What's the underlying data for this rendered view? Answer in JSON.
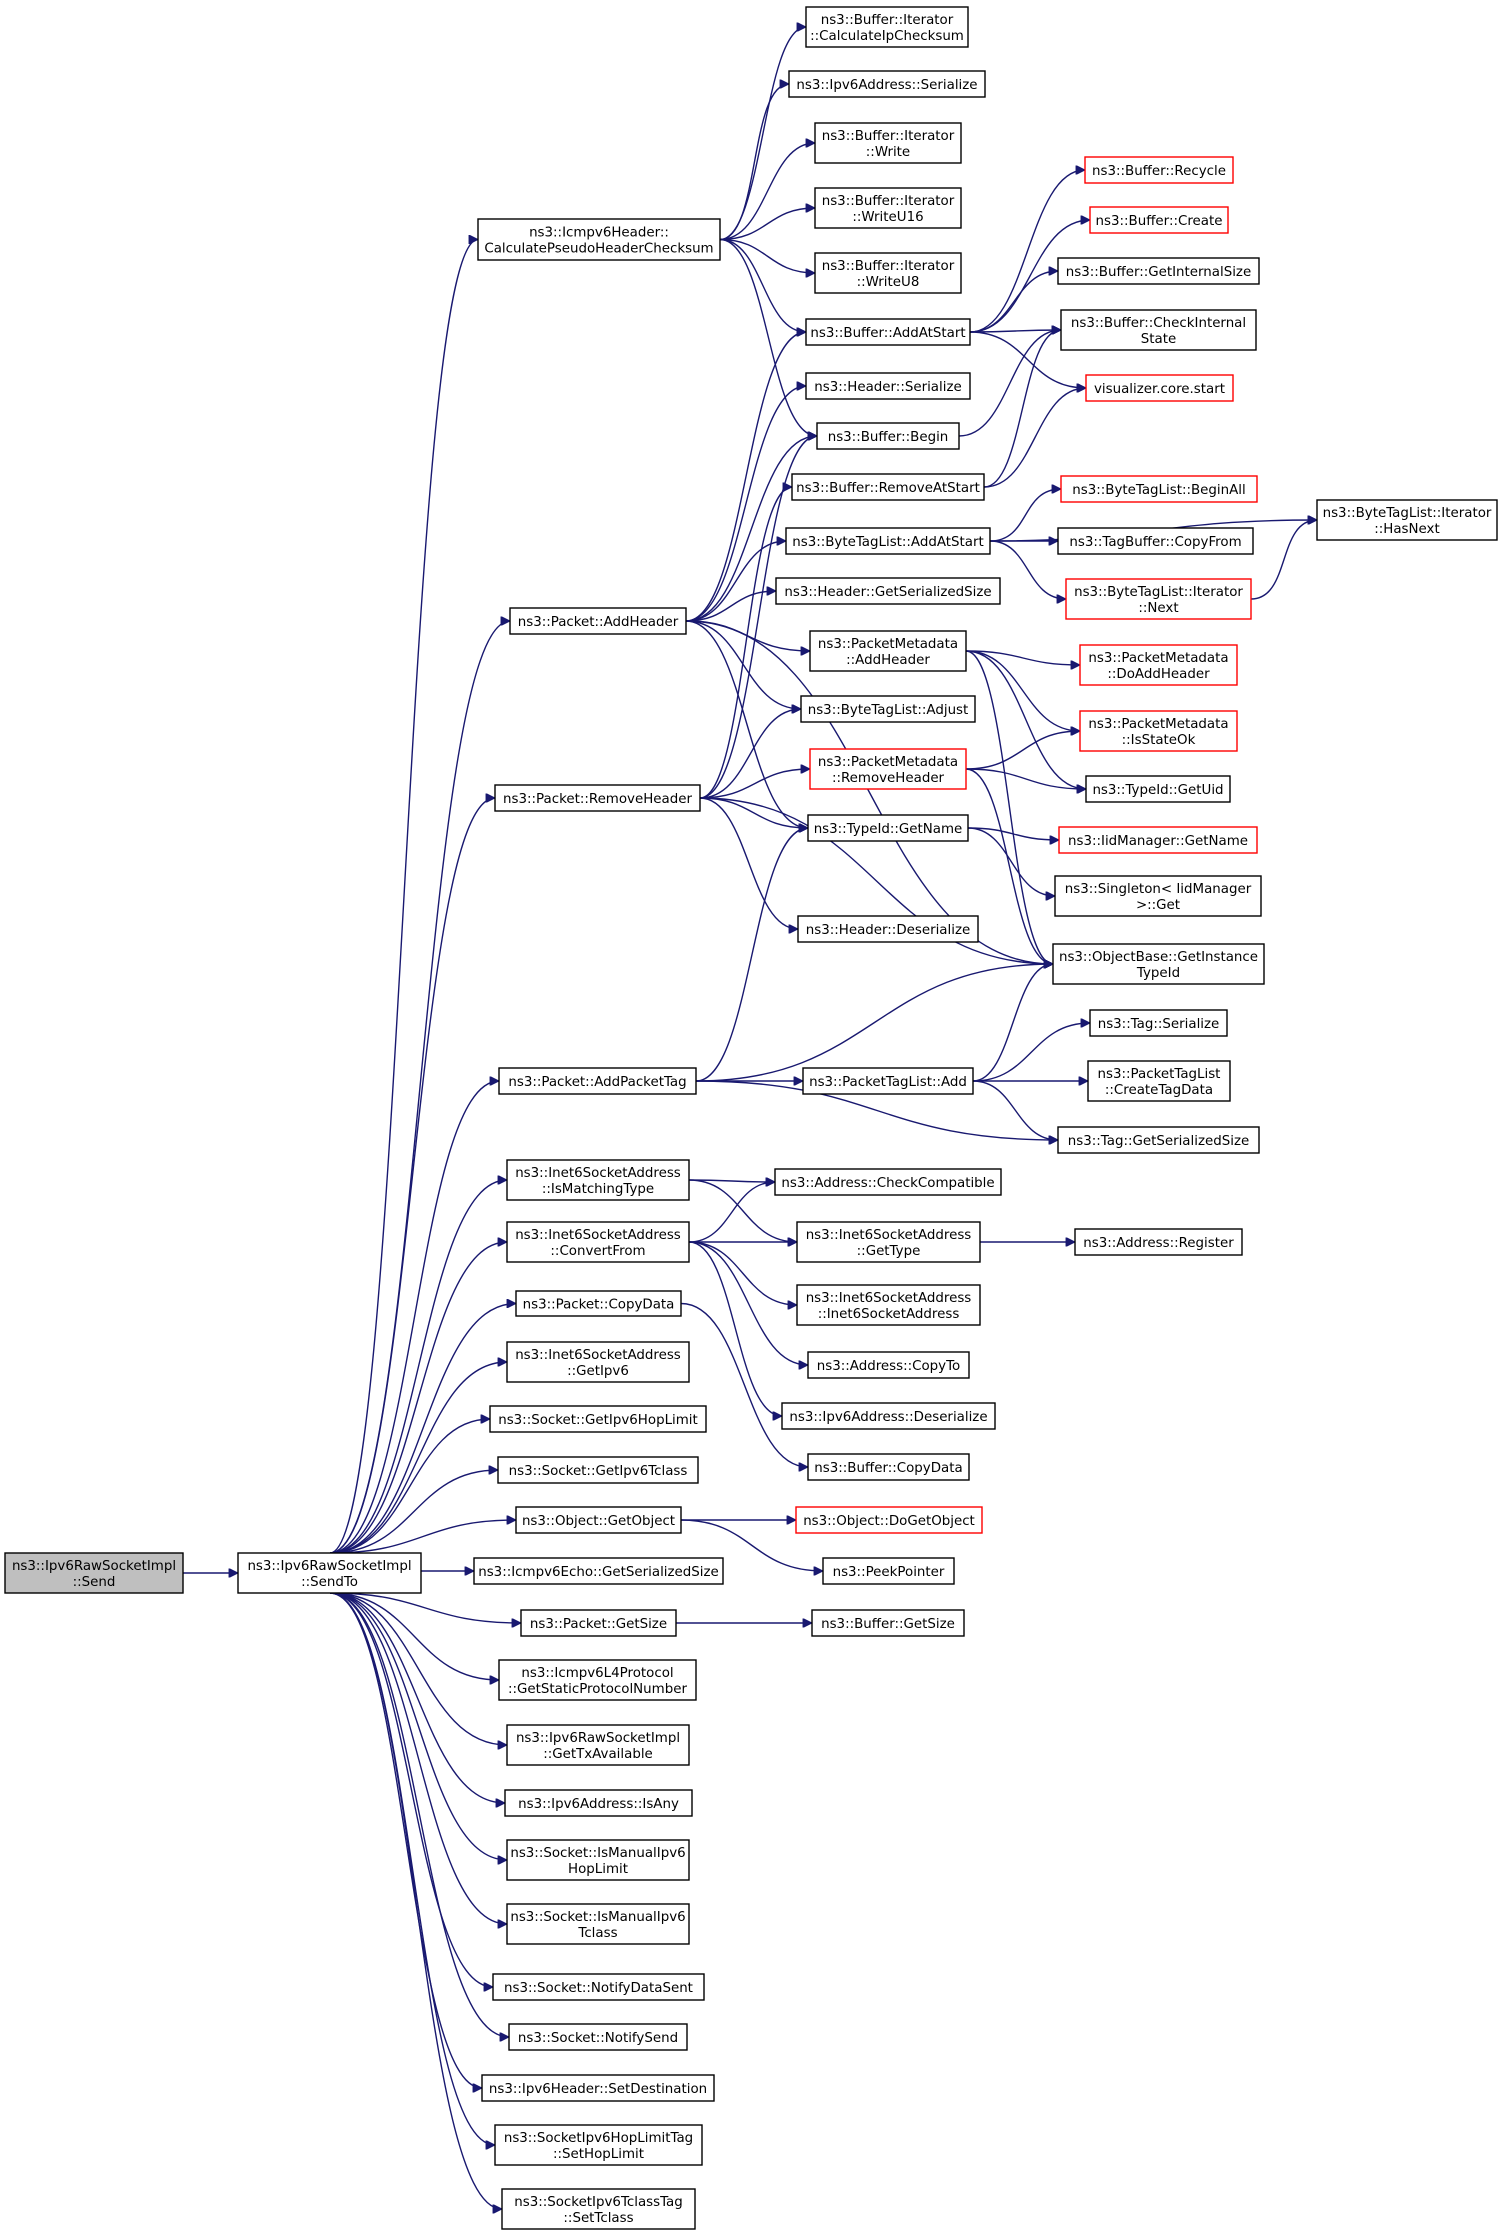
{
  "colors": {
    "edge": "#191970",
    "node_border": "#000000",
    "node_border_truncated": "#ff0000",
    "node_fill": "#ffffff",
    "root_fill": "#bfbfbf",
    "text": "#000000"
  },
  "nodes": [
    {
      "id": "send",
      "lines": [
        "ns3::Ipv6RawSocketImpl",
        "::Send"
      ],
      "kind": "root"
    },
    {
      "id": "sendto",
      "lines": [
        "ns3::Ipv6RawSocketImpl",
        "::SendTo"
      ],
      "kind": "normal"
    },
    {
      "id": "icmpcalc",
      "lines": [
        "ns3::Icmpv6Header::",
        "CalculatePseudoHeaderChecksum"
      ],
      "kind": "normal"
    },
    {
      "id": "packet_addheader",
      "lines": [
        "ns3::Packet::AddHeader"
      ],
      "kind": "normal"
    },
    {
      "id": "packet_removeheader",
      "lines": [
        "ns3::Packet::RemoveHeader"
      ],
      "kind": "normal"
    },
    {
      "id": "packet_addpackettag",
      "lines": [
        "ns3::Packet::AddPacketTag"
      ],
      "kind": "normal"
    },
    {
      "id": "inet6_ismatching",
      "lines": [
        "ns3::Inet6SocketAddress",
        "::IsMatchingType"
      ],
      "kind": "normal"
    },
    {
      "id": "inet6_convertfrom",
      "lines": [
        "ns3::Inet6SocketAddress",
        "::ConvertFrom"
      ],
      "kind": "normal"
    },
    {
      "id": "packet_copydata",
      "lines": [
        "ns3::Packet::CopyData"
      ],
      "kind": "normal"
    },
    {
      "id": "inet6_getipv6",
      "lines": [
        "ns3::Inet6SocketAddress",
        "::GetIpv6"
      ],
      "kind": "normal"
    },
    {
      "id": "socket_gethoplimit",
      "lines": [
        "ns3::Socket::GetIpv6HopLimit"
      ],
      "kind": "normal"
    },
    {
      "id": "socket_gettclass",
      "lines": [
        "ns3::Socket::GetIpv6Tclass"
      ],
      "kind": "normal"
    },
    {
      "id": "object_getobject",
      "lines": [
        "ns3::Object::GetObject"
      ],
      "kind": "normal"
    },
    {
      "id": "icmpecho_getsize",
      "lines": [
        "ns3::Icmpv6Echo::GetSerializedSize"
      ],
      "kind": "normal"
    },
    {
      "id": "packet_getsize",
      "lines": [
        "ns3::Packet::GetSize"
      ],
      "kind": "normal"
    },
    {
      "id": "icmpl4_getproto",
      "lines": [
        "ns3::Icmpv6L4Protocol",
        "::GetStaticProtocolNumber"
      ],
      "kind": "normal"
    },
    {
      "id": "raw_gettx",
      "lines": [
        "ns3::Ipv6RawSocketImpl",
        "::GetTxAvailable"
      ],
      "kind": "normal"
    },
    {
      "id": "ipv6addr_isany",
      "lines": [
        "ns3::Ipv6Address::IsAny"
      ],
      "kind": "normal"
    },
    {
      "id": "socket_ismanualhop",
      "lines": [
        "ns3::Socket::IsManualIpv6",
        "HopLimit"
      ],
      "kind": "normal"
    },
    {
      "id": "socket_ismanualtclass",
      "lines": [
        "ns3::Socket::IsManualIpv6",
        "Tclass"
      ],
      "kind": "normal"
    },
    {
      "id": "socket_notifydatasent",
      "lines": [
        "ns3::Socket::NotifyDataSent"
      ],
      "kind": "normal"
    },
    {
      "id": "socket_notifysend",
      "lines": [
        "ns3::Socket::NotifySend"
      ],
      "kind": "normal"
    },
    {
      "id": "ipv6header_setdest",
      "lines": [
        "ns3::Ipv6Header::SetDestination"
      ],
      "kind": "normal"
    },
    {
      "id": "hoplimittag_set",
      "lines": [
        "ns3::SocketIpv6HopLimitTag",
        "::SetHopLimit"
      ],
      "kind": "normal"
    },
    {
      "id": "tclasstag_set",
      "lines": [
        "ns3::SocketIpv6TclassTag",
        "::SetTclass"
      ],
      "kind": "normal"
    },
    {
      "id": "bufit_calcip",
      "lines": [
        "ns3::Buffer::Iterator",
        "::CalculateIpChecksum"
      ],
      "kind": "normal"
    },
    {
      "id": "ipv6addr_serialize",
      "lines": [
        "ns3::Ipv6Address::Serialize"
      ],
      "kind": "normal"
    },
    {
      "id": "bufit_write",
      "lines": [
        "ns3::Buffer::Iterator",
        "::Write"
      ],
      "kind": "normal"
    },
    {
      "id": "bufit_writeu16",
      "lines": [
        "ns3::Buffer::Iterator",
        "::WriteU16"
      ],
      "kind": "normal"
    },
    {
      "id": "bufit_writeu8",
      "lines": [
        "ns3::Buffer::Iterator",
        "::WriteU8"
      ],
      "kind": "normal"
    },
    {
      "id": "buffer_addatstart",
      "lines": [
        "ns3::Buffer::AddAtStart"
      ],
      "kind": "normal"
    },
    {
      "id": "header_serialize",
      "lines": [
        "ns3::Header::Serialize"
      ],
      "kind": "normal"
    },
    {
      "id": "buffer_begin",
      "lines": [
        "ns3::Buffer::Begin"
      ],
      "kind": "normal"
    },
    {
      "id": "buffer_removeatstart",
      "lines": [
        "ns3::Buffer::RemoveAtStart"
      ],
      "kind": "normal"
    },
    {
      "id": "bytetaglist_addatstart",
      "lines": [
        "ns3::ByteTagList::AddAtStart"
      ],
      "kind": "normal"
    },
    {
      "id": "header_getsersize",
      "lines": [
        "ns3::Header::GetSerializedSize"
      ],
      "kind": "normal"
    },
    {
      "id": "pm_addheader",
      "lines": [
        "ns3::PacketMetadata",
        "::AddHeader"
      ],
      "kind": "normal"
    },
    {
      "id": "bytetaglist_adjust",
      "lines": [
        "ns3::ByteTagList::Adjust"
      ],
      "kind": "normal"
    },
    {
      "id": "pm_removeheader",
      "lines": [
        "ns3::PacketMetadata",
        "::RemoveHeader"
      ],
      "kind": "truncated"
    },
    {
      "id": "typeid_getname",
      "lines": [
        "ns3::TypeId::GetName"
      ],
      "kind": "normal"
    },
    {
      "id": "header_deserialize",
      "lines": [
        "ns3::Header::Deserialize"
      ],
      "kind": "normal"
    },
    {
      "id": "packettaglist_add",
      "lines": [
        "ns3::PacketTagList::Add"
      ],
      "kind": "normal"
    },
    {
      "id": "address_checkcompat",
      "lines": [
        "ns3::Address::CheckCompatible"
      ],
      "kind": "normal"
    },
    {
      "id": "inet6_gettype",
      "lines": [
        "ns3::Inet6SocketAddress",
        "::GetType"
      ],
      "kind": "normal"
    },
    {
      "id": "inet6_ctor",
      "lines": [
        "ns3::Inet6SocketAddress",
        "::Inet6SocketAddress"
      ],
      "kind": "normal"
    },
    {
      "id": "address_copyto",
      "lines": [
        "ns3::Address::CopyTo"
      ],
      "kind": "normal"
    },
    {
      "id": "ipv6addr_deserialize",
      "lines": [
        "ns3::Ipv6Address::Deserialize"
      ],
      "kind": "normal"
    },
    {
      "id": "buffer_copydata",
      "lines": [
        "ns3::Buffer::CopyData"
      ],
      "kind": "normal"
    },
    {
      "id": "object_dogetobject",
      "lines": [
        "ns3::Object::DoGetObject"
      ],
      "kind": "truncated"
    },
    {
      "id": "peekpointer",
      "lines": [
        "ns3::PeekPointer"
      ],
      "kind": "normal"
    },
    {
      "id": "buffer_getsize",
      "lines": [
        "ns3::Buffer::GetSize"
      ],
      "kind": "normal"
    },
    {
      "id": "buffer_recycle",
      "lines": [
        "ns3::Buffer::Recycle"
      ],
      "kind": "truncated"
    },
    {
      "id": "buffer_create",
      "lines": [
        "ns3::Buffer::Create"
      ],
      "kind": "truncated"
    },
    {
      "id": "buffer_getinternalsize",
      "lines": [
        "ns3::Buffer::GetInternalSize"
      ],
      "kind": "normal"
    },
    {
      "id": "buffer_checkinternal",
      "lines": [
        "ns3::Buffer::CheckInternal",
        "State"
      ],
      "kind": "normal"
    },
    {
      "id": "visualizer_start",
      "lines": [
        "visualizer.core.start"
      ],
      "kind": "truncated"
    },
    {
      "id": "bytetaglist_beginall",
      "lines": [
        "ns3::ByteTagList::BeginAll"
      ],
      "kind": "truncated"
    },
    {
      "id": "tagbuffer_copyfrom",
      "lines": [
        "ns3::TagBuffer::CopyFrom"
      ],
      "kind": "normal"
    },
    {
      "id": "btl_iter_next",
      "lines": [
        "ns3::ByteTagList::Iterator",
        "::Next"
      ],
      "kind": "truncated"
    },
    {
      "id": "pm_doaddheader",
      "lines": [
        "ns3::PacketMetadata",
        "::DoAddHeader"
      ],
      "kind": "truncated"
    },
    {
      "id": "pm_isstateok",
      "lines": [
        "ns3::PacketMetadata",
        "::IsStateOk"
      ],
      "kind": "truncated"
    },
    {
      "id": "typeid_getuid",
      "lines": [
        "ns3::TypeId::GetUid"
      ],
      "kind": "normal"
    },
    {
      "id": "iidmanager_getname",
      "lines": [
        "ns3::IidManager::GetName"
      ],
      "kind": "truncated"
    },
    {
      "id": "singleton_get",
      "lines": [
        "ns3::Singleton< IidManager",
        ">::Get"
      ],
      "kind": "normal"
    },
    {
      "id": "objectbase_getinst",
      "lines": [
        "ns3::ObjectBase::GetInstance",
        "TypeId"
      ],
      "kind": "normal"
    },
    {
      "id": "tag_serialize",
      "lines": [
        "ns3::Tag::Serialize"
      ],
      "kind": "normal"
    },
    {
      "id": "packettaglist_create",
      "lines": [
        "ns3::PacketTagList",
        "::CreateTagData"
      ],
      "kind": "normal"
    },
    {
      "id": "tag_getsersize",
      "lines": [
        "ns3::Tag::GetSerializedSize"
      ],
      "kind": "normal"
    },
    {
      "id": "address_register",
      "lines": [
        "ns3::Address::Register"
      ],
      "kind": "normal"
    },
    {
      "id": "btl_iter_hasnext",
      "lines": [
        "ns3::ByteTagList::Iterator",
        "::HasNext"
      ],
      "kind": "normal"
    }
  ],
  "edges": [
    [
      "send",
      "sendto"
    ],
    [
      "sendto",
      "icmpcalc"
    ],
    [
      "sendto",
      "packet_addheader"
    ],
    [
      "sendto",
      "packet_removeheader"
    ],
    [
      "sendto",
      "packet_addpackettag"
    ],
    [
      "sendto",
      "inet6_ismatching"
    ],
    [
      "sendto",
      "inet6_convertfrom"
    ],
    [
      "sendto",
      "packet_copydata"
    ],
    [
      "sendto",
      "inet6_getipv6"
    ],
    [
      "sendto",
      "socket_gethoplimit"
    ],
    [
      "sendto",
      "socket_gettclass"
    ],
    [
      "sendto",
      "object_getobject"
    ],
    [
      "sendto",
      "icmpecho_getsize"
    ],
    [
      "sendto",
      "packet_getsize"
    ],
    [
      "sendto",
      "icmpl4_getproto"
    ],
    [
      "sendto",
      "raw_gettx"
    ],
    [
      "sendto",
      "ipv6addr_isany"
    ],
    [
      "sendto",
      "socket_ismanualhop"
    ],
    [
      "sendto",
      "socket_ismanualtclass"
    ],
    [
      "sendto",
      "socket_notifydatasent"
    ],
    [
      "sendto",
      "socket_notifysend"
    ],
    [
      "sendto",
      "ipv6header_setdest"
    ],
    [
      "sendto",
      "hoplimittag_set"
    ],
    [
      "sendto",
      "tclasstag_set"
    ],
    [
      "icmpcalc",
      "bufit_calcip"
    ],
    [
      "icmpcalc",
      "ipv6addr_serialize"
    ],
    [
      "icmpcalc",
      "bufit_write"
    ],
    [
      "icmpcalc",
      "bufit_writeu16"
    ],
    [
      "icmpcalc",
      "bufit_writeu8"
    ],
    [
      "icmpcalc",
      "buffer_addatstart"
    ],
    [
      "icmpcalc",
      "buffer_begin"
    ],
    [
      "packet_addheader",
      "buffer_addatstart"
    ],
    [
      "packet_addheader",
      "header_serialize"
    ],
    [
      "packet_addheader",
      "buffer_begin"
    ],
    [
      "packet_addheader",
      "bytetaglist_addatstart"
    ],
    [
      "packet_addheader",
      "header_getsersize"
    ],
    [
      "packet_addheader",
      "pm_addheader"
    ],
    [
      "packet_addheader",
      "bytetaglist_adjust"
    ],
    [
      "packet_addheader",
      "typeid_getname"
    ],
    [
      "packet_addheader",
      "objectbase_getinst"
    ],
    [
      "packet_removeheader",
      "buffer_begin"
    ],
    [
      "packet_removeheader",
      "buffer_removeatstart"
    ],
    [
      "packet_removeheader",
      "bytetaglist_adjust"
    ],
    [
      "packet_removeheader",
      "pm_removeheader"
    ],
    [
      "packet_removeheader",
      "typeid_getname"
    ],
    [
      "packet_removeheader",
      "header_deserialize"
    ],
    [
      "packet_removeheader",
      "objectbase_getinst"
    ],
    [
      "packet_addpackettag",
      "typeid_getname"
    ],
    [
      "packet_addpackettag",
      "objectbase_getinst"
    ],
    [
      "packet_addpackettag",
      "packettaglist_add"
    ],
    [
      "packet_addpackettag",
      "tag_getsersize"
    ],
    [
      "inet6_ismatching",
      "address_checkcompat"
    ],
    [
      "inet6_ismatching",
      "inet6_gettype"
    ],
    [
      "inet6_convertfrom",
      "address_checkcompat"
    ],
    [
      "inet6_convertfrom",
      "inet6_gettype"
    ],
    [
      "inet6_convertfrom",
      "inet6_ctor"
    ],
    [
      "inet6_convertfrom",
      "address_copyto"
    ],
    [
      "inet6_convertfrom",
      "ipv6addr_deserialize"
    ],
    [
      "packet_copydata",
      "buffer_copydata"
    ],
    [
      "object_getobject",
      "object_dogetobject"
    ],
    [
      "object_getobject",
      "peekpointer"
    ],
    [
      "packet_getsize",
      "buffer_getsize"
    ],
    [
      "buffer_addatstart",
      "buffer_recycle"
    ],
    [
      "buffer_addatstart",
      "buffer_create"
    ],
    [
      "buffer_addatstart",
      "buffer_getinternalsize"
    ],
    [
      "buffer_addatstart",
      "buffer_checkinternal"
    ],
    [
      "buffer_addatstart",
      "visualizer_start"
    ],
    [
      "buffer_begin",
      "buffer_checkinternal"
    ],
    [
      "buffer_removeatstart",
      "buffer_checkinternal"
    ],
    [
      "buffer_removeatstart",
      "visualizer_start"
    ],
    [
      "bytetaglist_addatstart",
      "btl_iter_hasnext"
    ],
    [
      "bytetaglist_addatstart",
      "bytetaglist_beginall"
    ],
    [
      "bytetaglist_addatstart",
      "tagbuffer_copyfrom"
    ],
    [
      "bytetaglist_addatstart",
      "btl_iter_next"
    ],
    [
      "btl_iter_next",
      "btl_iter_hasnext"
    ],
    [
      "pm_addheader",
      "pm_doaddheader"
    ],
    [
      "pm_addheader",
      "pm_isstateok"
    ],
    [
      "pm_addheader",
      "typeid_getuid"
    ],
    [
      "pm_addheader",
      "objectbase_getinst"
    ],
    [
      "pm_removeheader",
      "pm_isstateok"
    ],
    [
      "pm_removeheader",
      "typeid_getuid"
    ],
    [
      "pm_removeheader",
      "objectbase_getinst"
    ],
    [
      "typeid_getname",
      "iidmanager_getname"
    ],
    [
      "typeid_getname",
      "singleton_get"
    ],
    [
      "packettaglist_add",
      "objectbase_getinst"
    ],
    [
      "packettaglist_add",
      "tag_serialize"
    ],
    [
      "packettaglist_add",
      "packettaglist_create"
    ],
    [
      "packettaglist_add",
      "tag_getsersize"
    ],
    [
      "inet6_gettype",
      "address_register"
    ]
  ]
}
